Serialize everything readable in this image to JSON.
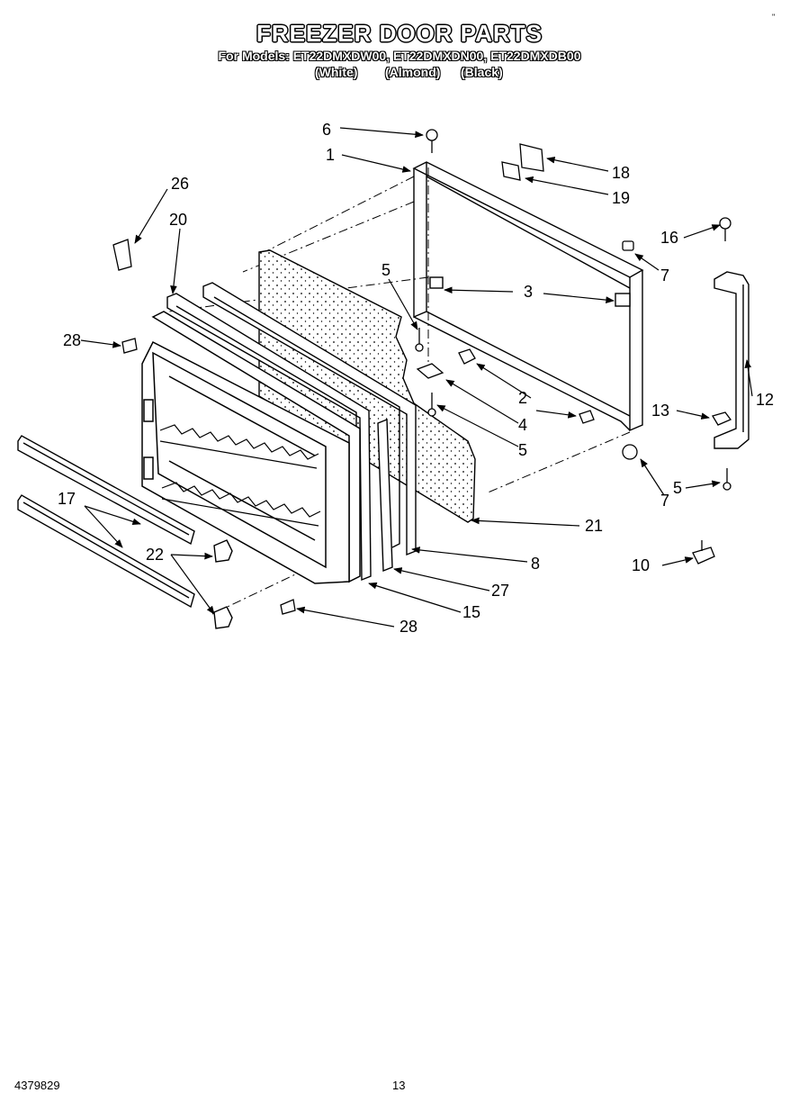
{
  "header": {
    "title": "FREEZER DOOR PARTS",
    "models_line": "For Models: ET22DMXDW00, ET22DMXDN00, ET22DMXDB00",
    "color_variants": [
      "(White)",
      "(Almond)",
      "(Black)"
    ]
  },
  "corner_mark": "\"",
  "callouts": {
    "c1": "1",
    "c2": "2",
    "c3": "3",
    "c4": "4",
    "c5a": "5",
    "c5b": "5",
    "c5c": "5",
    "c6": "6",
    "c7a": "7",
    "c7b": "7",
    "c8": "8",
    "c10": "10",
    "c12": "12",
    "c13": "13",
    "c15": "15",
    "c16": "16",
    "c17": "17",
    "c18": "18",
    "c19": "19",
    "c20": "20",
    "c21": "21",
    "c22": "22",
    "c26": "26",
    "c27": "27",
    "c28a": "28",
    "c28b": "28"
  },
  "footer": {
    "doc_number": "4379829",
    "page_number": "13"
  }
}
